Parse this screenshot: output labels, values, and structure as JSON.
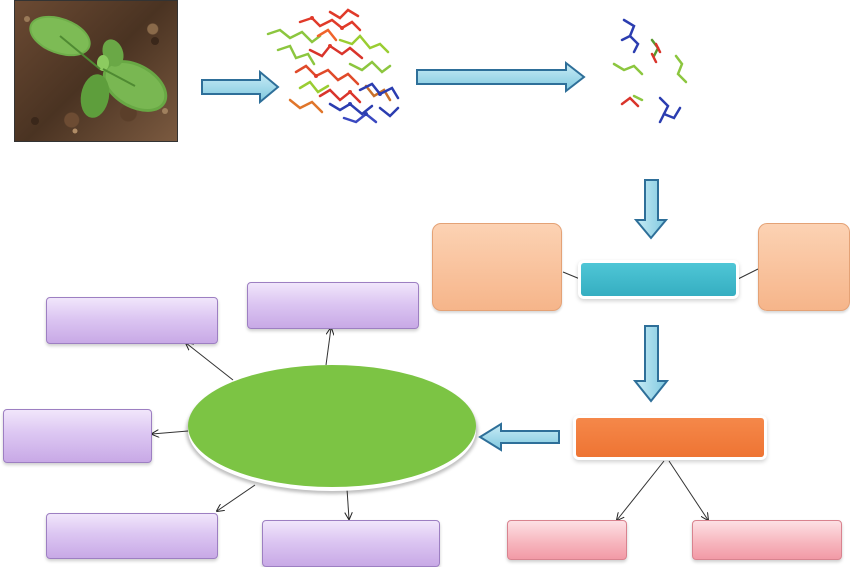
{
  "figure": {
    "photo": "seedling-photo",
    "molecules": [
      "molecule-cluster-mixed",
      "molecule-fragments-separated"
    ],
    "nodes": {
      "teal_box": "",
      "orange_box": "",
      "green_ellipse": "",
      "peach_left": "",
      "peach_right": "",
      "lavender_boxes": [
        "",
        "",
        "",
        "",
        ""
      ],
      "pink_boxes": [
        "",
        ""
      ]
    },
    "colors": {
      "flow_arrow": "#8dd3e6",
      "flow_arrow_border": "#2e6f99",
      "peach": "#f6b58a",
      "teal": "#35aec1",
      "orange": "#ee7433",
      "green": "#7cc444",
      "lavender": "#d4bdef",
      "pink": "#f6b3bc"
    }
  }
}
